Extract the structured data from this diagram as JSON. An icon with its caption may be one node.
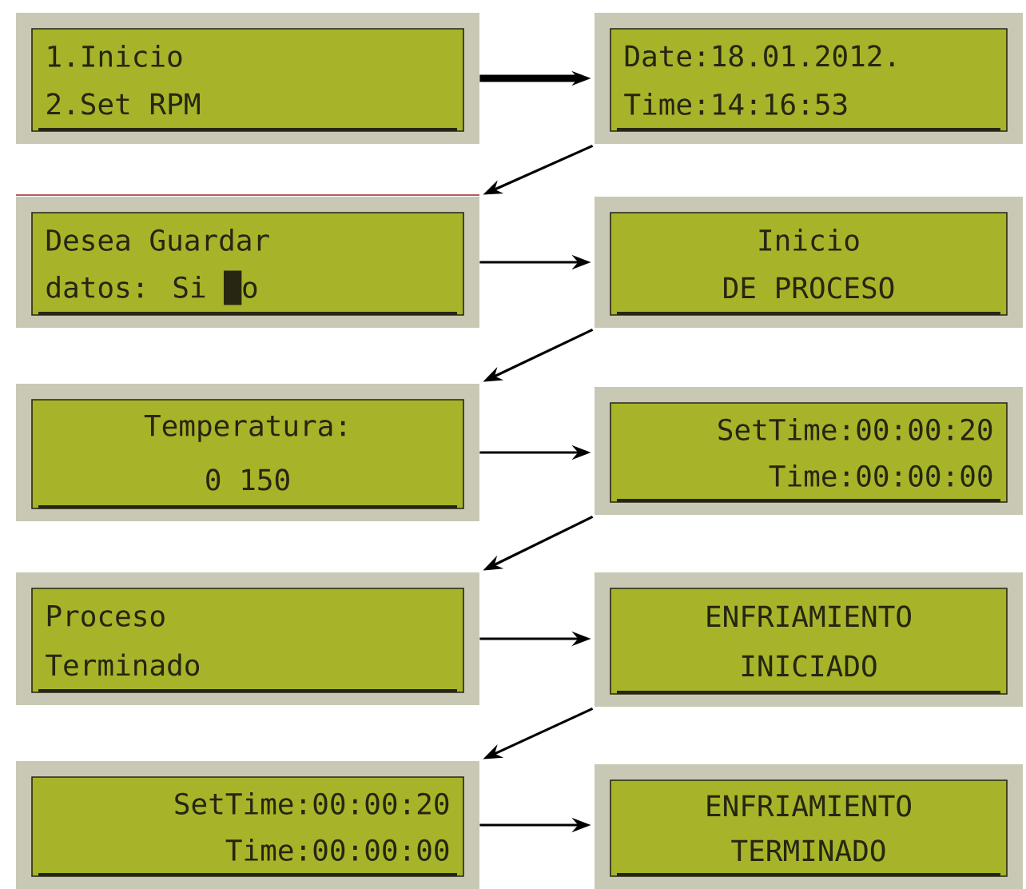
{
  "diagram": {
    "nodes": [
      {
        "text": [
          "1.Inicio",
          "2.Set RPM"
        ]
      },
      {
        "text": [
          "Date:18.01.2012.",
          "Time:14:16:53"
        ]
      },
      {
        "text": [
          "Desea Guardar",
          "datos: Si █o"
        ]
      },
      {
        "text": [
          "Inicio",
          "DE PROCESO"
        ]
      },
      {
        "text": [
          "Temperatura:",
          "0 150"
        ]
      },
      {
        "text": [
          "SetTime:00:00:20",
          "Time:00:00:00"
        ]
      },
      {
        "text": [
          "Proceso",
          "Terminado"
        ]
      },
      {
        "text": [
          "ENFRIAMIENTO",
          "INICIADO"
        ]
      },
      {
        "text": [
          "SetTime:00:00:20",
          "Time:00:00:00"
        ]
      },
      {
        "text": [
          "ENFRIAMIENTO",
          "TERMINADO"
        ]
      }
    ],
    "edges": [
      {
        "from": 0,
        "to": 1,
        "arrow": "to",
        "style": "thick"
      },
      {
        "from": 1,
        "to": 2,
        "arrow": "to"
      },
      {
        "from": 2,
        "to": 3,
        "arrow": "to"
      },
      {
        "from": 3,
        "to": 4,
        "arrow": "to"
      },
      {
        "from": 4,
        "to": 5,
        "arrow": "to"
      },
      {
        "from": 5,
        "to": 6,
        "arrow": "to"
      },
      {
        "from": 6,
        "to": 7,
        "arrow": "to"
      },
      {
        "from": 7,
        "to": 8,
        "arrow": "to"
      },
      {
        "from": 8,
        "to": 9,
        "arrow": "to"
      }
    ]
  }
}
